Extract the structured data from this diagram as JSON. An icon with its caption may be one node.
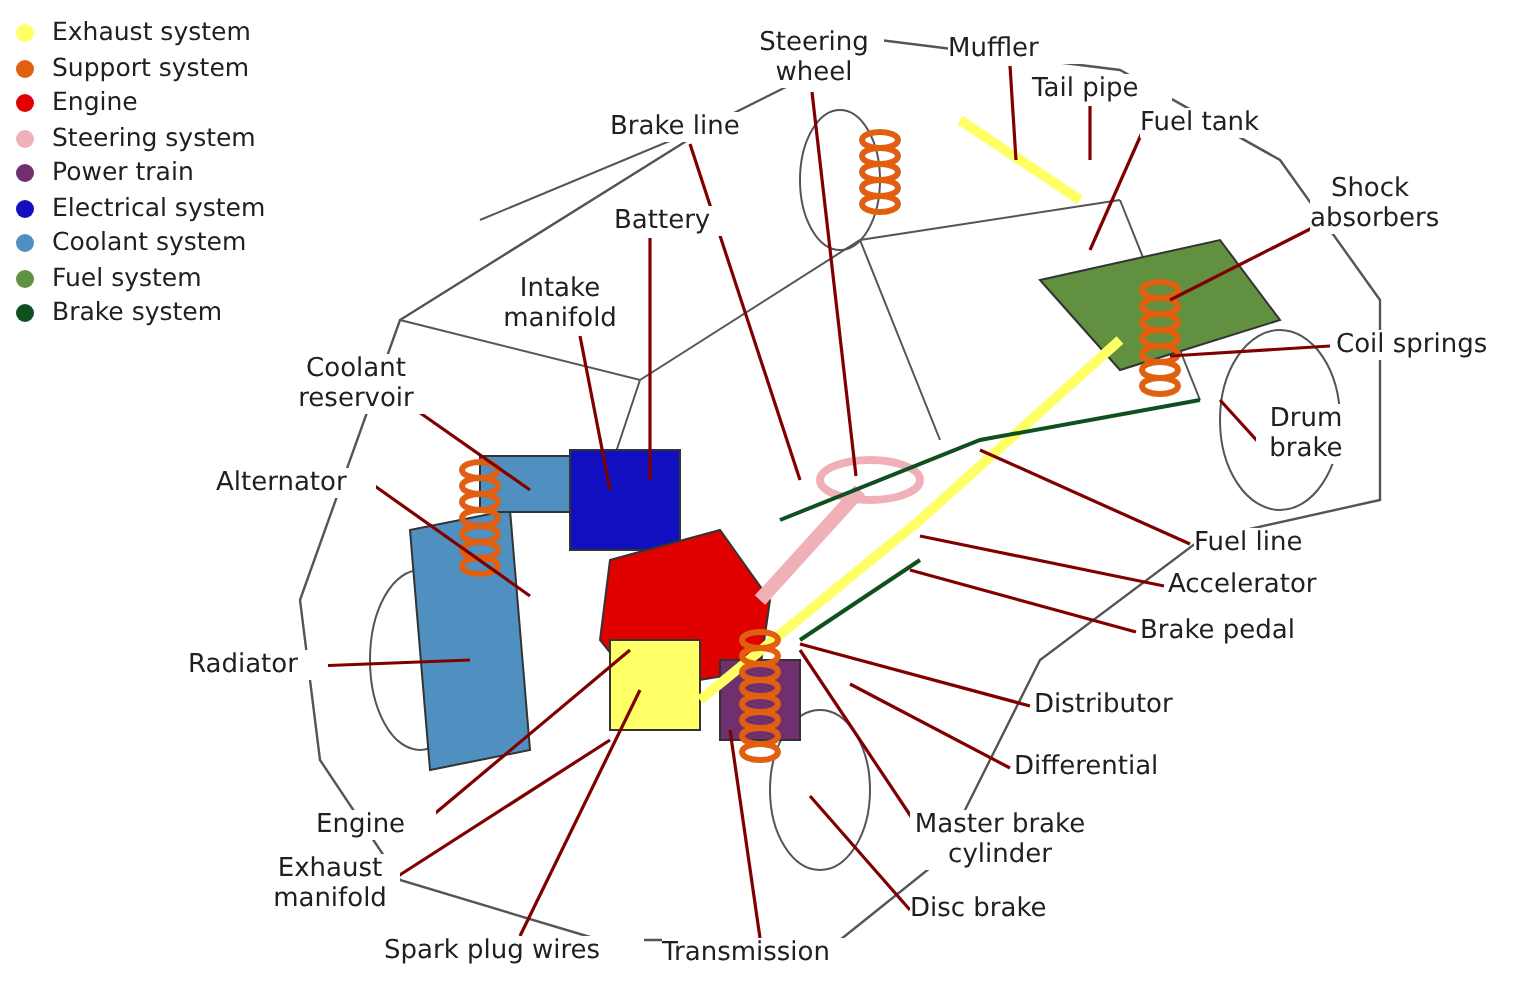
{
  "diagram": {
    "nodes": [
      {
        "text": [
          "Steering wheel"
        ]
      },
      {
        "text": [
          "Muffler"
        ]
      },
      {
        "text": [
          "Tail pipe"
        ]
      },
      {
        "text": [
          "Brake line"
        ]
      },
      {
        "text": [
          "Fuel tank"
        ]
      },
      {
        "text": [
          "Shock absorbers"
        ]
      },
      {
        "text": [
          "Battery"
        ]
      },
      {
        "text": [
          "Intake manifold"
        ]
      },
      {
        "text": [
          "Coil  springs"
        ]
      },
      {
        "text": [
          "Coolant reservoir"
        ]
      },
      {
        "text": [
          "Drum brake"
        ]
      },
      {
        "text": [
          "Alternator"
        ]
      },
      {
        "text": [
          "Fuel line"
        ]
      },
      {
        "text": [
          "Accelerator"
        ]
      },
      {
        "text": [
          "Radiator"
        ]
      },
      {
        "text": [
          "Brake pedal"
        ]
      },
      {
        "text": [
          "Distributor"
        ]
      },
      {
        "text": [
          "Differential"
        ]
      },
      {
        "text": [
          "Engine"
        ]
      },
      {
        "text": [
          "Master brake cylinder"
        ]
      },
      {
        "text": [
          "Exhaust manifold"
        ]
      },
      {
        "text": [
          "Disc brake"
        ]
      },
      {
        "text": [
          "Spark plug wires"
        ]
      },
      {
        "text": [
          "Transmission"
        ]
      }
    ],
    "edges": [
      {
        "from": 0,
        "to": null,
        "arrow": "none"
      },
      {
        "from": 1,
        "to": null,
        "arrow": "none"
      },
      {
        "from": 2,
        "to": null,
        "arrow": "none"
      },
      {
        "from": 3,
        "to": null,
        "arrow": "none"
      },
      {
        "from": 4,
        "to": null,
        "arrow": "none"
      },
      {
        "from": 5,
        "to": null,
        "arrow": "none"
      },
      {
        "from": 6,
        "to": null,
        "arrow": "none"
      },
      {
        "from": 7,
        "to": null,
        "arrow": "none"
      },
      {
        "from": 8,
        "to": null,
        "arrow": "none"
      },
      {
        "from": 9,
        "to": null,
        "arrow": "none"
      },
      {
        "from": 10,
        "to": null,
        "arrow": "none"
      },
      {
        "from": 11,
        "to": null,
        "arrow": "none"
      },
      {
        "from": 12,
        "to": null,
        "arrow": "none"
      },
      {
        "from": 13,
        "to": null,
        "arrow": "none"
      },
      {
        "from": 14,
        "to": null,
        "arrow": "none"
      },
      {
        "from": 15,
        "to": null,
        "arrow": "none"
      },
      {
        "from": 16,
        "to": null,
        "arrow": "none"
      },
      {
        "from": 17,
        "to": null,
        "arrow": "none"
      },
      {
        "from": 18,
        "to": null,
        "arrow": "none"
      },
      {
        "from": 19,
        "to": null,
        "arrow": "none"
      },
      {
        "from": 20,
        "to": null,
        "arrow": "none"
      },
      {
        "from": 21,
        "to": null,
        "arrow": "none"
      },
      {
        "from": 22,
        "to": null,
        "arrow": "none"
      },
      {
        "from": 23,
        "to": null,
        "arrow": "none"
      }
    ],
    "legend": [
      {
        "text": "Exhaust system",
        "color": "#ffff66"
      },
      {
        "text": "Support system",
        "color": "#e06010"
      },
      {
        "text": "Engine",
        "color": "#e00000"
      },
      {
        "text": "Steering system",
        "color": "#f0b0b8"
      },
      {
        "text": "Power train",
        "color": "#703070"
      },
      {
        "text": "Electrical system",
        "color": "#1010c0"
      },
      {
        "text": "Coolant system",
        "color": "#5090c0"
      },
      {
        "text": "Fuel system",
        "color": "#609040"
      },
      {
        "text": "Brake system",
        "color": "#105020"
      }
    ]
  }
}
